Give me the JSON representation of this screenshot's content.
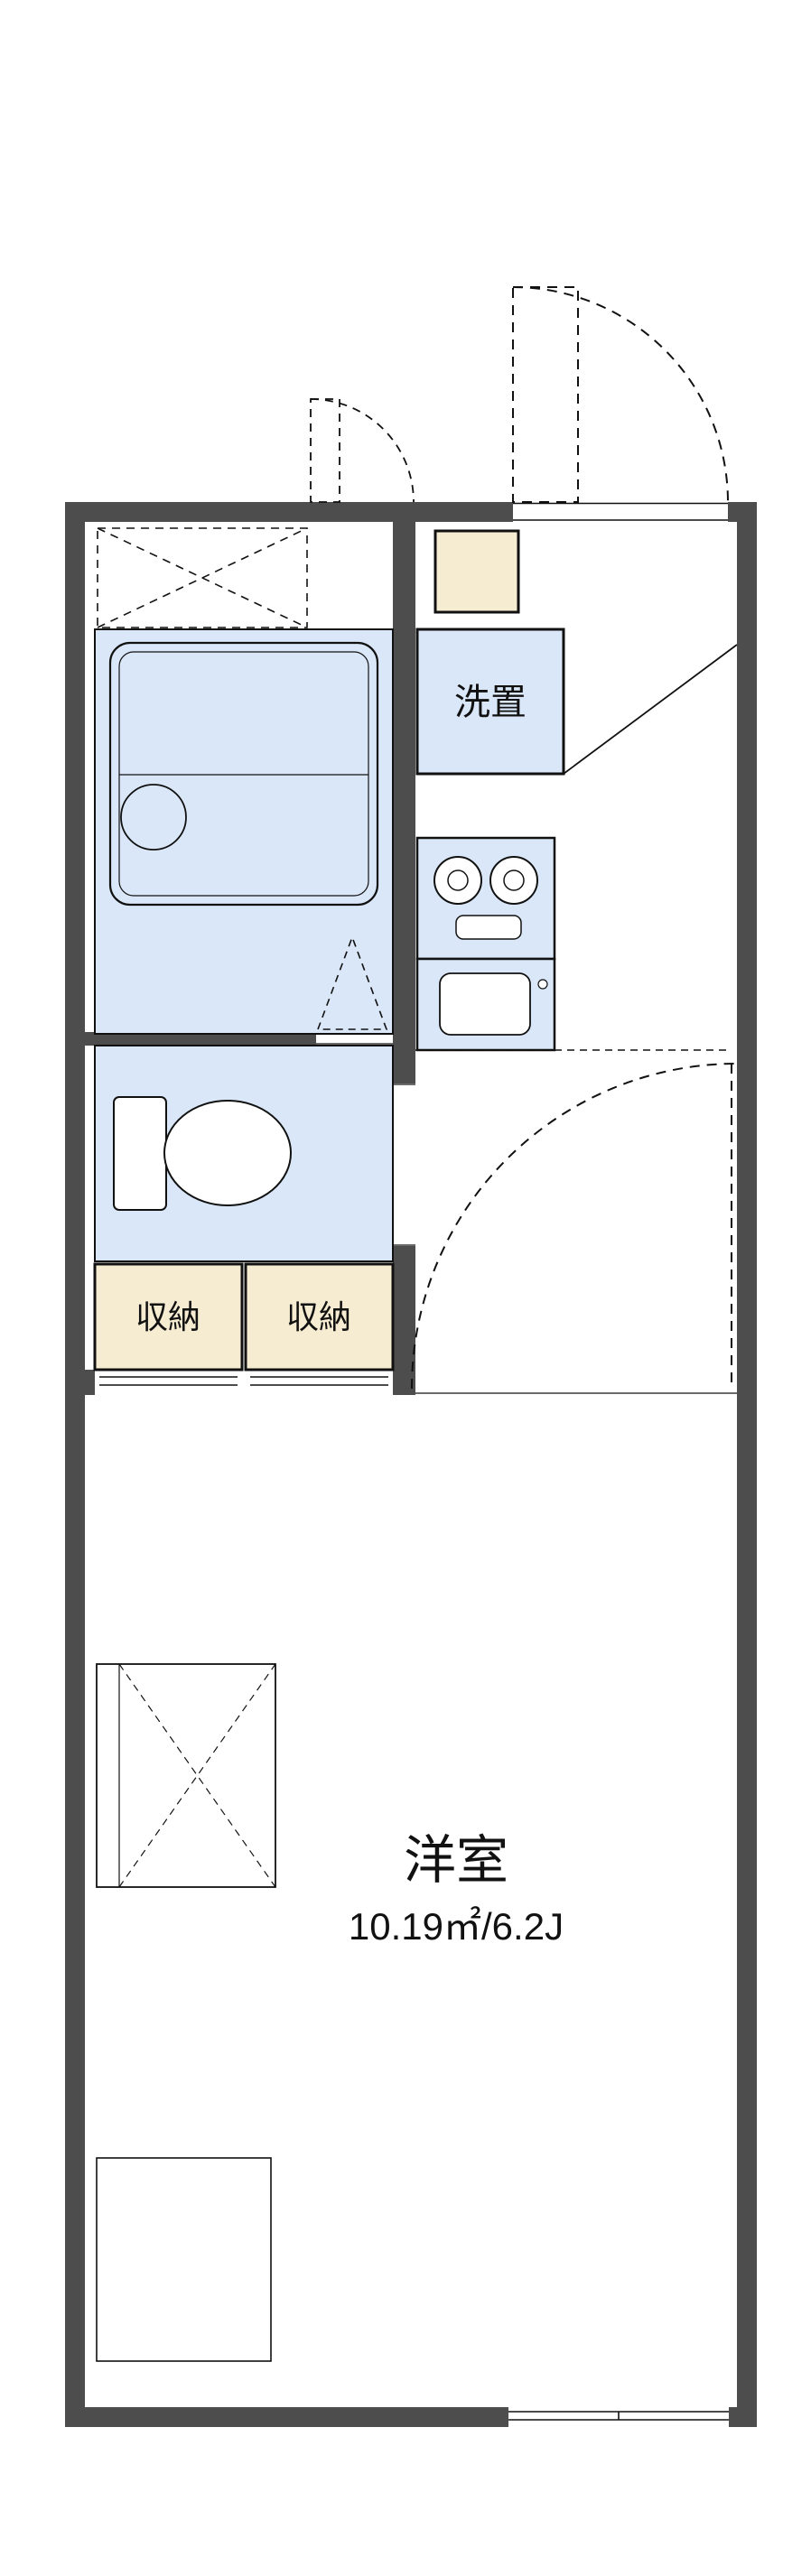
{
  "plan": {
    "name": "apartment-floor-plan",
    "labels": {
      "laundry": "洗置",
      "storage_left": "収納",
      "storage_right": "収納",
      "main_room": "洋室",
      "main_room_size": "10.19㎡/6.2J"
    },
    "colors": {
      "wall": "#4d4d4d",
      "water_area": "#d9e7f8",
      "storage": "#f6ecd1",
      "line": "#111111",
      "background": "#ffffff"
    }
  }
}
